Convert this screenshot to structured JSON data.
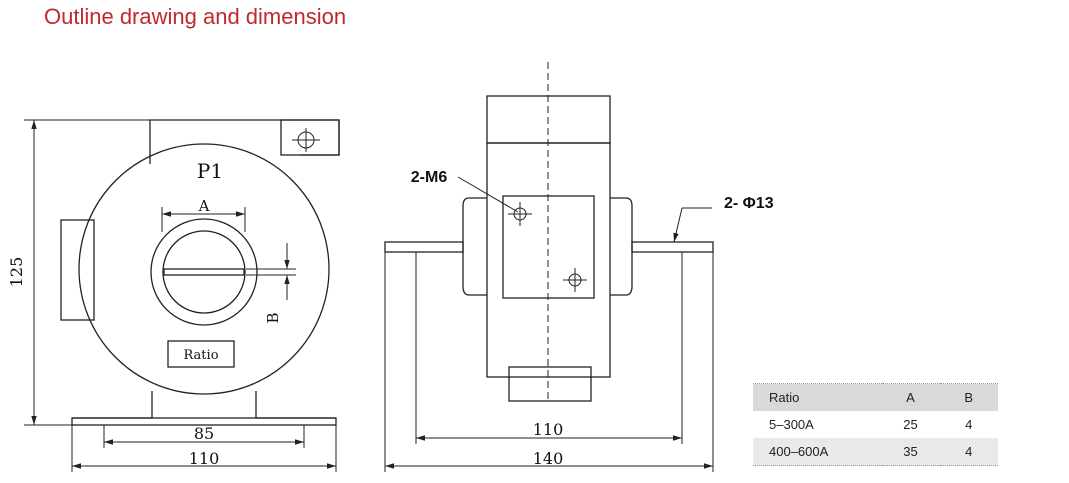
{
  "title": "Outline drawing and dimension",
  "front_view": {
    "terminal_label": "P1",
    "dim_a_label": "A",
    "dim_b_label": "B",
    "nameplate_label": "Ratio",
    "height_label": "125",
    "inner_width_label": "85",
    "outer_width_label": "110"
  },
  "side_view": {
    "screw_label": "2-M6",
    "hole_label": "2- Φ13",
    "inner_width_label": "110",
    "outer_width_label": "140"
  },
  "spec_table": {
    "headers": [
      "Ratio",
      "A",
      "B"
    ],
    "rows": [
      {
        "ratio": "5–300A",
        "a": "25",
        "b": "4"
      },
      {
        "ratio": "400–600A",
        "a": "35",
        "b": "4"
      }
    ]
  }
}
